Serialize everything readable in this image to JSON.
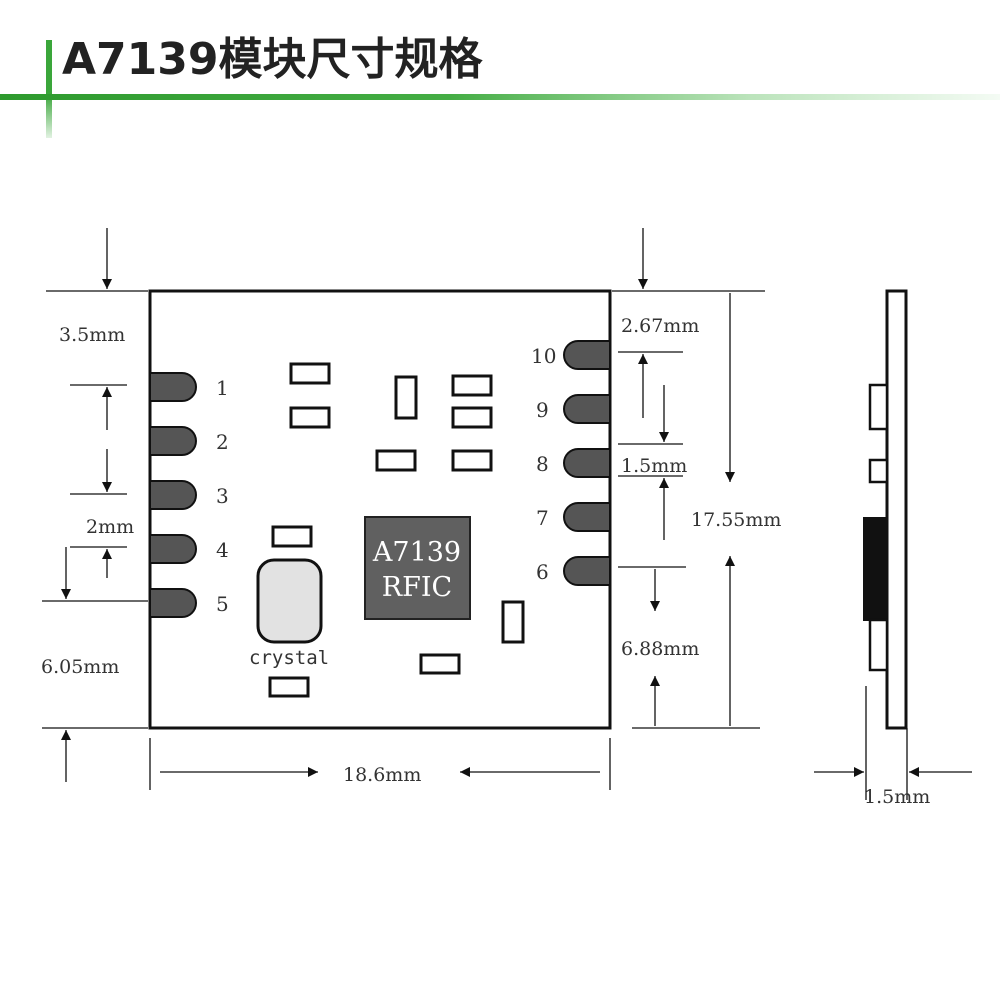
{
  "title": "A7139模块尺寸规格",
  "colors": {
    "accent": "#3aa63a",
    "pad": "#555555",
    "chip": "#606060",
    "outline": "#111111"
  },
  "chip": {
    "line1": "A7139",
    "line2": "RFIC"
  },
  "crystal_label": "crystal",
  "pins_left": [
    "1",
    "2",
    "3",
    "4",
    "5"
  ],
  "pins_right": [
    "10",
    "9",
    "8",
    "7",
    "6"
  ],
  "dimensions": {
    "top_margin_left": "3.5mm",
    "pin_pitch_left": "2mm",
    "bottom_margin_left": "6.05mm",
    "top_margin_right": "2.67mm",
    "pin_pitch_right": "1.5mm",
    "bottom_margin_right": "6.88mm",
    "height": "17.55mm",
    "width": "18.6mm",
    "thickness": "1.5mm"
  }
}
